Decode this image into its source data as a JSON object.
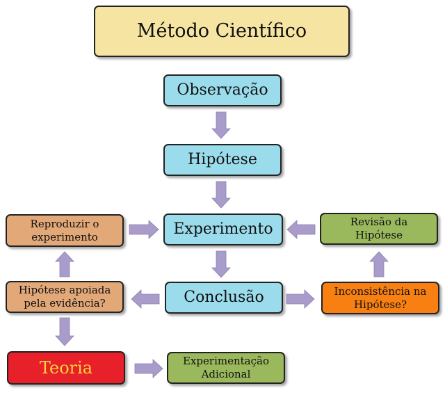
{
  "title": "Método Científico",
  "nodes": {
    "observacao": "Observação",
    "hipotese": "Hipótese",
    "experimento": "Experimento",
    "conclusao": "Conclusão",
    "reproduzir": "Reproduzir o experimento",
    "apoiada": "Hipótese apoiada pela evidência?",
    "teoria": "Teoria",
    "adicional": "Experimentação Adicional",
    "revisao": "Revisão da Hipótese",
    "inconsistencia": "Inconsistência na Hipótese?"
  },
  "colors": {
    "arrow": "#a99ccb",
    "title_bg": "#f6e4a2",
    "teoria_bg": "#e8202a",
    "teoria_text": "#f8d43a",
    "inconsistencia_bg": "#f88012"
  }
}
